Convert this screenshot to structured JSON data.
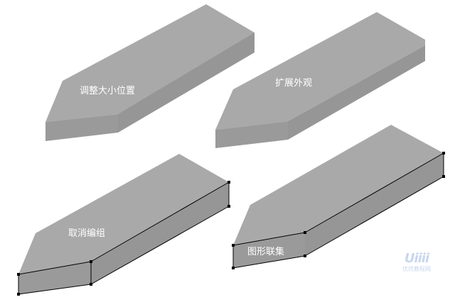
{
  "colors": {
    "top_face": "#a9a9a9",
    "side_face": "#9a9a9a",
    "right_face": "#969696",
    "edge": "#000000",
    "label_text": "#ffffff",
    "watermark": "#c9d6ee"
  },
  "shapes": [
    {
      "label": "调整大小位置"
    },
    {
      "label": "扩展外观"
    },
    {
      "label": "取消编组"
    },
    {
      "label": "图形联集"
    }
  ],
  "watermark": {
    "logo": "Uiiii",
    "text": "优优教程网"
  }
}
